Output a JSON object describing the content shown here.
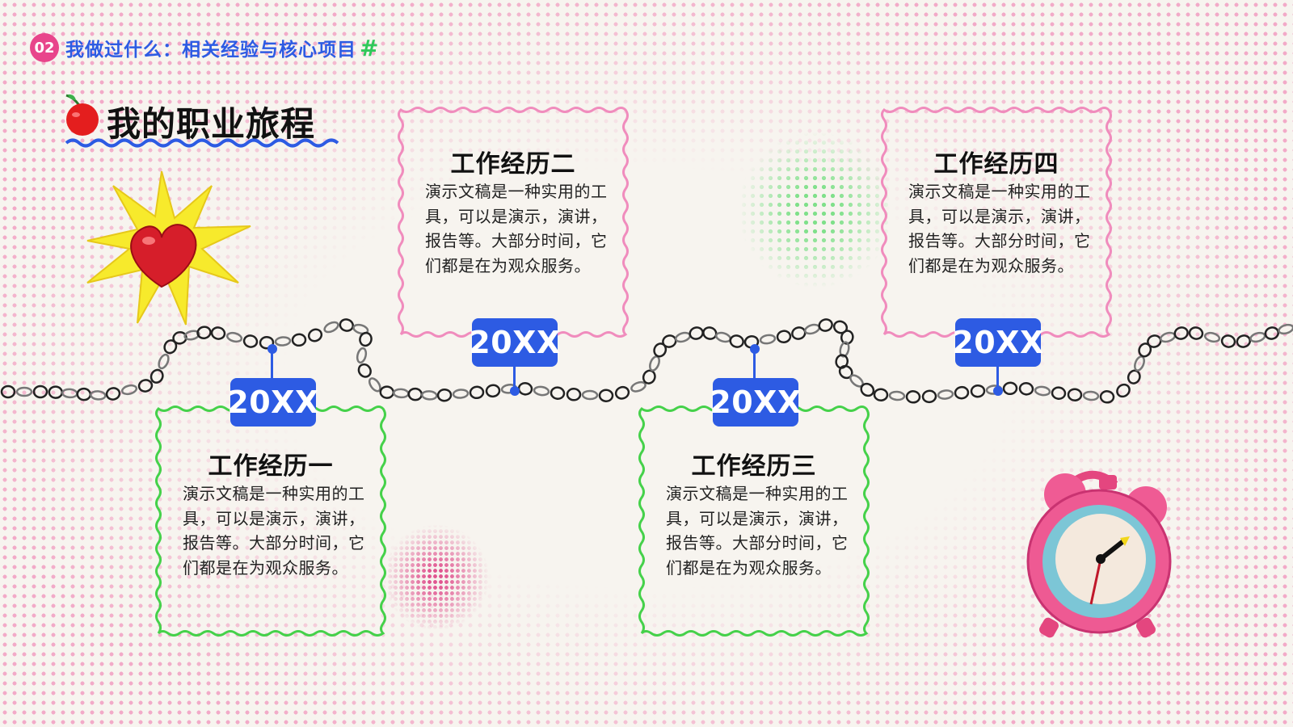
{
  "header": {
    "section_number": "02",
    "title": "我做过什么：相关经验与核心项目",
    "hash": "#"
  },
  "section_title": "我的职业旅程",
  "colors": {
    "accent_blue": "#2d5be3",
    "accent_pink": "#e8458b",
    "accent_green": "#2fc95a",
    "card_green": "#45d14a",
    "card_pink": "#f08cbd"
  },
  "icons": [
    "cherry-icon",
    "heart-sun-icon",
    "alarm-clock-icon",
    "chain-decoration"
  ],
  "timeline": [
    {
      "year": "20XX",
      "title": "工作经历一",
      "body": "演示文稿是一种实用的工具，可以是演示，演讲，报告等。大部分时间，它们都是在为观众服务。"
    },
    {
      "year": "20XX",
      "title": "工作经历二",
      "body": "演示文稿是一种实用的工具，可以是演示，演讲，报告等。大部分时间，它们都是在为观众服务。"
    },
    {
      "year": "20XX",
      "title": "工作经历三",
      "body": "演示文稿是一种实用的工具，可以是演示，演讲，报告等。大部分时间，它们都是在为观众服务。"
    },
    {
      "year": "20XX",
      "title": "工作经历四",
      "body": "演示文稿是一种实用的工具，可以是演示，演讲，报告等。大部分时间，它们都是在为观众服务。"
    }
  ]
}
